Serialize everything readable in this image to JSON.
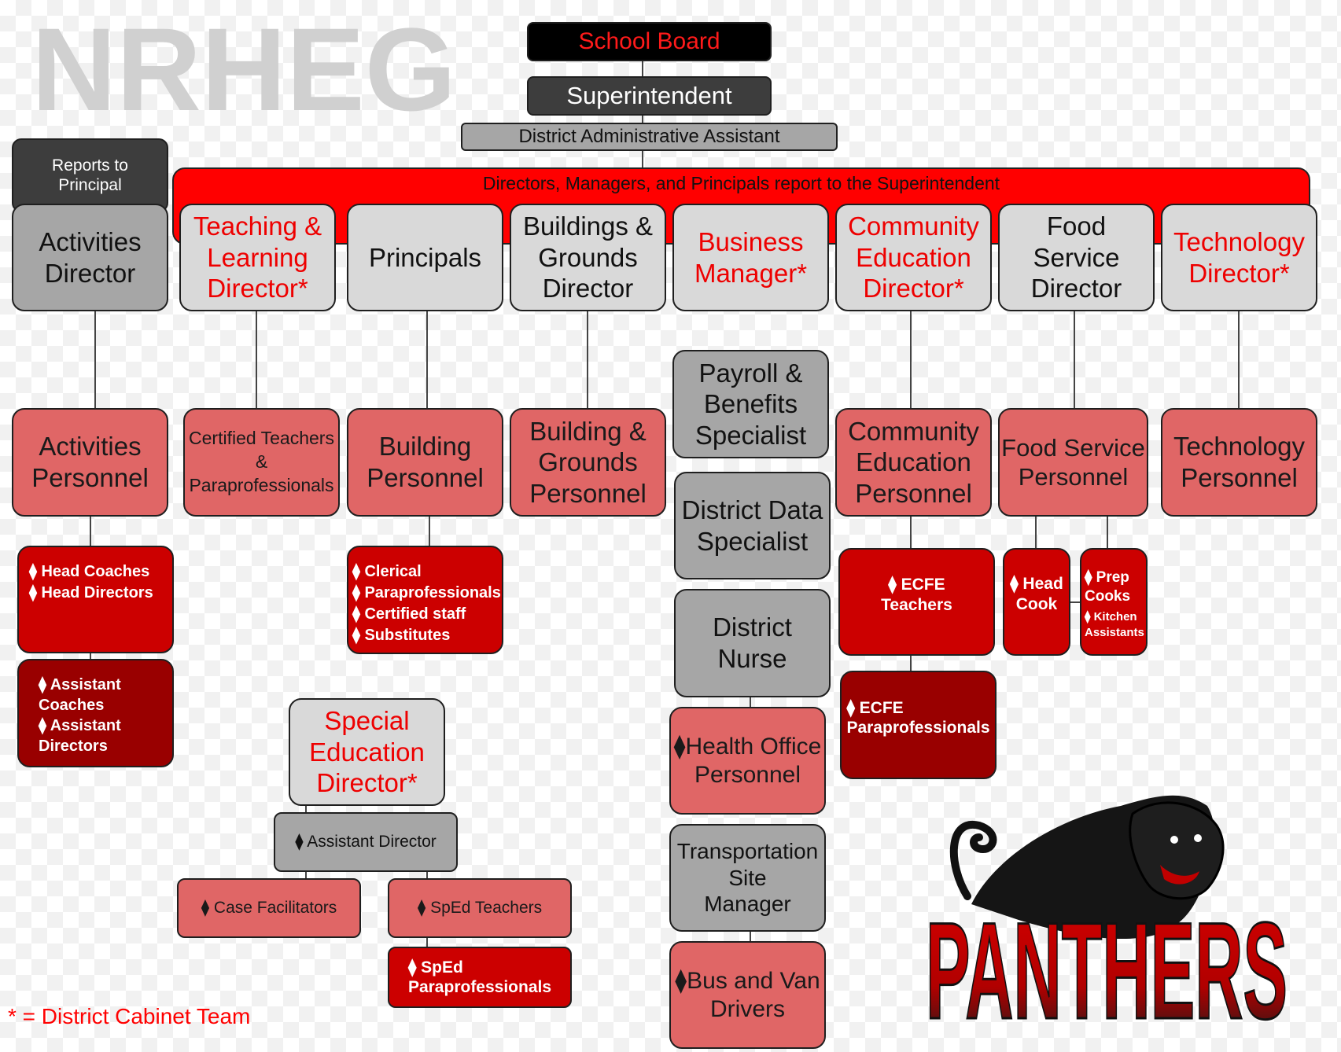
{
  "logo_text": "NRHEG",
  "top": {
    "school_board": "School Board",
    "superintendent": "Superintendent",
    "admin_assistant": "District Administrative Assistant",
    "banner": "Directors, Managers, and Principals report to the Superintendent",
    "reports_to_principal": "Reports to\nPrincipal"
  },
  "directors": {
    "activities": "Activities\nDirector",
    "teaching": "Teaching &\nLearning\nDirector*",
    "principals": "Principals",
    "buildings": "Buildings &\nGrounds\nDirector",
    "business": "Business\nManager*",
    "community": "Community\nEducation\nDirector*",
    "food": "Food\nService\nDirector",
    "technology": "Technology\nDirector*"
  },
  "personnel": {
    "activities": "Activities\nPersonnel",
    "certified": "Certified Teachers\n&\nParaprofessionals",
    "building": "Building\nPersonnel",
    "grounds": "Building &\nGrounds\nPersonnel",
    "community": "Community\nEducation\nPersonnel",
    "food": "Food Service\nPersonnel",
    "technology": "Technology\nPersonnel"
  },
  "business_staff": {
    "payroll": "Payroll &\nBenefits\nSpecialist",
    "data": "District Data\nSpecialist",
    "nurse": "District\nNurse",
    "health": "⧫Health Office\nPersonnel",
    "transport": "Transportation\nSite\nManager",
    "bus": "⧫Bus and Van\nDrivers"
  },
  "lists": {
    "head_coaches": [
      "⧫ Head Coaches",
      "⧫ Head Directors"
    ],
    "assistant": [
      "⧫ Assistant\n   Coaches",
      "⧫ Assistant\n   Directors"
    ],
    "building_staff": [
      "⧫ Clerical",
      "⧫ Paraprofessionals",
      "⧫ Certified staff",
      "⧫ Substitutes"
    ],
    "ecfe_teachers": "⧫ ECFE\nTeachers",
    "ecfe_paras": "⧫ ECFE\nParaprofessionals",
    "head_cook": "⧫ Head\nCook",
    "prep_cooks": "⧫ Prep\nCooks",
    "kitchen": "⧫ Kitchen\nAssistants"
  },
  "sped": {
    "director": "Special\nEducation\nDirector*",
    "assistant": "⧫ Assistant Director",
    "case": "⧫ Case Facilitators",
    "teachers": "⧫ SpEd Teachers",
    "paras": "⧫ SpEd\nParaprofessionals"
  },
  "legend": "* = District Cabinet Team",
  "mascot_text": "PANTHERS",
  "colors": {
    "banner_red": "#ff0000",
    "pink": "#e06666",
    "red": "#cc0000",
    "dark_red": "#990000",
    "light_gray": "#d9d9d9",
    "mid_gray": "#a6a6a6",
    "dark_gray": "#3d3d3d"
  }
}
